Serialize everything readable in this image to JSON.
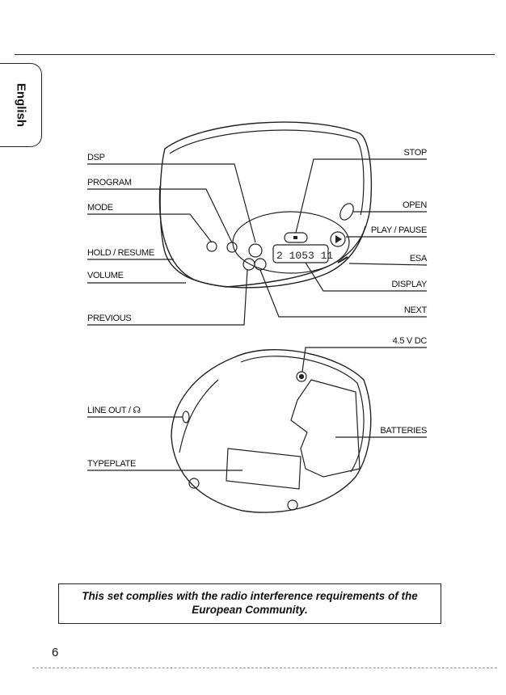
{
  "language_tab": "English",
  "player_labels": {
    "dsp": "DSP",
    "program": "PROGRAM",
    "mode": "MODE",
    "hold_resume": "HOLD / RESUME",
    "volume": "VOLUME",
    "previous": "PREVIOUS",
    "stop": "STOP",
    "open": "OPEN",
    "play_pause": "PLAY / PAUSE",
    "esa": "ESA",
    "display": "DISPLAY",
    "next": "NEXT"
  },
  "underside_labels": {
    "dc": "4.5 V DC",
    "line_out": "LINE OUT / ☊",
    "batteries": "BATTERIES",
    "typeplate": "TYPEPLATE"
  },
  "display_readout": "2 1053 11",
  "notice": {
    "line1": "This set complies with the radio interference requirements of the",
    "line2": "European Community."
  },
  "page_number": "6"
}
